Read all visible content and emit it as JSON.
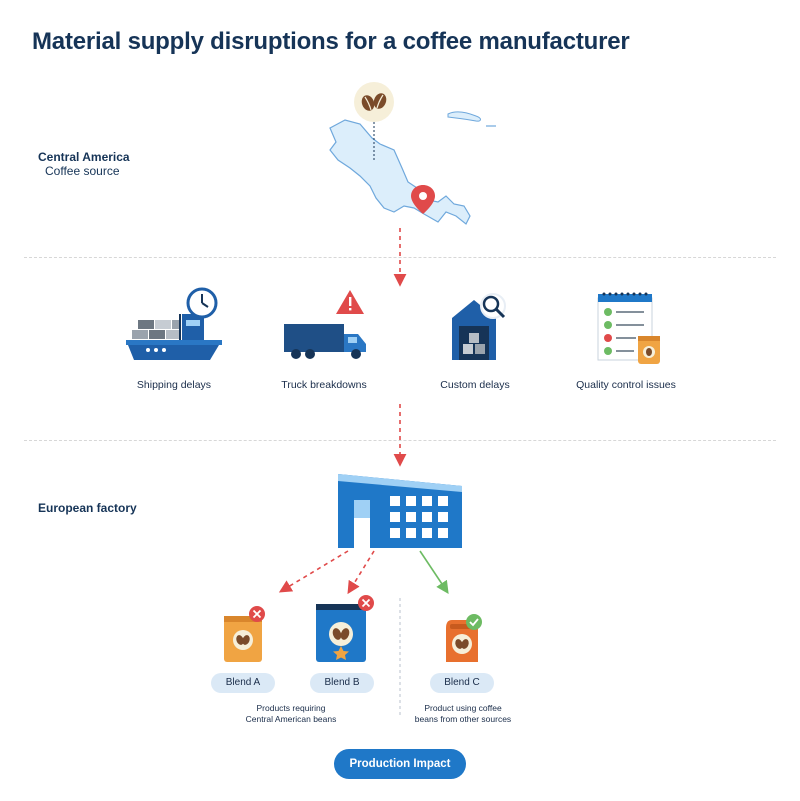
{
  "title": "Material supply disruptions for a coffee manufacturer",
  "source": {
    "name": "Central America",
    "subtitle": "Coffee source"
  },
  "disruptions": [
    {
      "label": "Shipping delays",
      "icon": "cargo-ship-clock-icon"
    },
    {
      "label": "Truck breakdowns",
      "icon": "truck-warning-icon"
    },
    {
      "label": "Custom delays",
      "icon": "warehouse-magnifier-icon"
    },
    {
      "label": "Quality control issues",
      "icon": "checklist-coffee-icon"
    }
  ],
  "factory": {
    "name": "European factory"
  },
  "products": [
    {
      "label": "Blend A",
      "status": "affected"
    },
    {
      "label": "Blend B",
      "status": "affected"
    },
    {
      "label": "Blend C",
      "status": "ok"
    }
  ],
  "groups": {
    "affected": "Products requiring\nCentral American beans",
    "unaffected": "Product using coffee\nbeans from other sources"
  },
  "button": {
    "label": "Production Impact"
  },
  "colors": {
    "navy": "#163457",
    "blue": "#1f78c8",
    "red": "#e04a4a",
    "green": "#6dbb63",
    "pill": "#dbe9f6"
  }
}
